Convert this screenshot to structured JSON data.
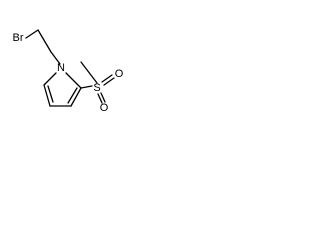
{
  "molecule": {
    "atoms": {
      "bromine": "Br",
      "nitrogen": "N",
      "sulfur": "S",
      "oxygen_top": "O",
      "oxygen_bottom": "O"
    }
  }
}
